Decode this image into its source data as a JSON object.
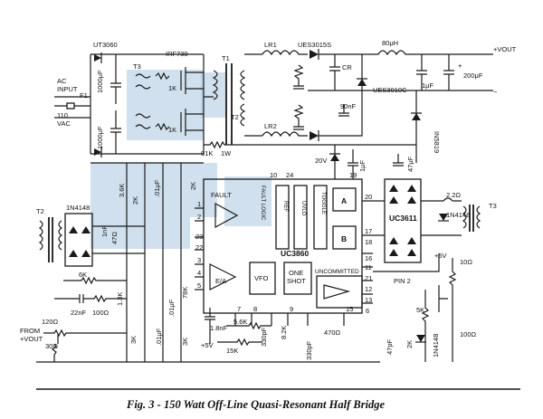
{
  "caption": "Fig. 3 - 150 Watt Off-Line Quasi-Resonant Half Bridge",
  "parts": {
    "ut3060": "UT3060",
    "irf730": "IRF730",
    "ues3015s": "UES3015S",
    "ues3010c": "UES3010C",
    "in5819": "IN5819",
    "in4148_left": "1N4148",
    "in4148_right": "1N4148",
    "in4148_bottom": "1N4148",
    "uc3860": "UC3860",
    "uc3611": "UC3611"
  },
  "labels": {
    "t1": "T1",
    "t2_mid": "T2",
    "t2_left": "T2",
    "t3_left": "T3",
    "t3_right": "T3",
    "f1": "F1",
    "lr1": "LR1",
    "lr2": "LR2",
    "cr": "CR",
    "ac_input_1": "AC",
    "ac_input_2": "INPUT",
    "vac_1": "110",
    "vac_2": "VAC",
    "vout_pos": "+VOUT",
    "vout_neg": "−",
    "from_1": "FROM",
    "from_2": "+VOUT",
    "pin2": "PIN 2",
    "plus5v_right": "+5V",
    "plus5v_bottom": "+5V",
    "plus_out": "+"
  },
  "values": {
    "uf1000_top": "1000μF",
    "uf1000_bot": "1000μF",
    "k1_top": "1K",
    "k1_bot": "1K",
    "r91k": "91K",
    "r1w": "1W",
    "l80uh": "80μH",
    "c200uf": "200μF",
    "c1uf_out": "1μF",
    "c90nf": "90nF",
    "v20": "20V",
    "c1uf_mid": "1μF",
    "c47uf": "47μF",
    "r3_6k": "3.6K",
    "r2k_a": "2K",
    "c01uf_a": ".01μF",
    "r2k_b": "2K",
    "c1nf": "1nF",
    "r47_left": "47Ω",
    "r6k": "6K",
    "c22nf": "22nF",
    "r100_a": "100Ω",
    "r120": "120Ω",
    "r30": "30Ω",
    "r1_3k": "1.3K",
    "r3k_a": "3K",
    "c01uf_b": ".01μF",
    "r3k_b": "3K",
    "r2k_c": "2K",
    "c18nf": "1.8nF",
    "r5_6k": "5.6K",
    "r15k": "15K",
    "c330pf_a": "330pF",
    "r8_2k": "8.2K",
    "c330pf_b": "330pF",
    "r470": "470Ω",
    "c47pf": "47pF",
    "r2k_d": "2K",
    "r5k": "5K",
    "r100_b": "100Ω",
    "r10": "10Ω",
    "r2_2": "2.2Ω",
    "r78k": "78K",
    "c01uf_c": ".01μF"
  },
  "ic_blocks": {
    "fault": "FAULT",
    "ea": "E/A",
    "vfo": "VFO",
    "one": "ONE",
    "shot": "SHOT",
    "uncommitted": "UNCOMMITTED",
    "ch_a": "A",
    "ch_b": "B",
    "vert_ref": "REF",
    "vert_uvlo": "UVLO",
    "vert_toggle": "TOGGLE",
    "vert_fault_logic": "FAULT LOGIC"
  },
  "pins": {
    "p1": "1",
    "p2": "2",
    "p3": "3",
    "p4": "4",
    "p5": "5",
    "p6": "6",
    "p7": "7",
    "p8": "8",
    "p9": "9",
    "p10": "10",
    "p11": "11",
    "p12": "12",
    "p13": "13",
    "p15": "15",
    "p16": "16",
    "p17": "17",
    "p18": "18",
    "p19": "19",
    "p20": "20",
    "p21": "21",
    "p22": "22",
    "p23": "23",
    "p24": "24"
  }
}
